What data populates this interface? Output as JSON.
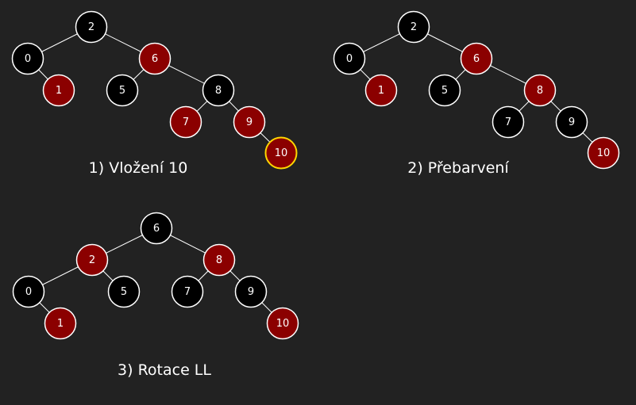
{
  "colors": {
    "background": "#222222",
    "edge": "#ffffff",
    "black_node": "#000000",
    "red_node": "#8b0000",
    "node_outline": "#ffffff",
    "highlight_outline": "#ffd700",
    "text": "#ffffff"
  },
  "trees": [
    {
      "id": "tree-1",
      "caption": "1) Vložení 10",
      "nodes": [
        {
          "key": "2",
          "label": "2",
          "color": "black"
        },
        {
          "key": "0",
          "label": "0",
          "color": "black"
        },
        {
          "key": "1",
          "label": "1",
          "color": "red"
        },
        {
          "key": "6",
          "label": "6",
          "color": "red"
        },
        {
          "key": "5",
          "label": "5",
          "color": "black"
        },
        {
          "key": "8",
          "label": "8",
          "color": "black"
        },
        {
          "key": "7",
          "label": "7",
          "color": "red"
        },
        {
          "key": "9",
          "label": "9",
          "color": "red"
        },
        {
          "key": "10",
          "label": "10",
          "color": "red",
          "highlight": true
        }
      ],
      "edges": [
        [
          "2",
          "0"
        ],
        [
          "2",
          "6"
        ],
        [
          "0",
          "1"
        ],
        [
          "6",
          "5"
        ],
        [
          "6",
          "8"
        ],
        [
          "8",
          "7"
        ],
        [
          "8",
          "9"
        ],
        [
          "9",
          "10"
        ]
      ]
    },
    {
      "id": "tree-2",
      "caption": "2) Přebarvení",
      "nodes": [
        {
          "key": "2",
          "label": "2",
          "color": "black"
        },
        {
          "key": "0",
          "label": "0",
          "color": "black"
        },
        {
          "key": "1",
          "label": "1",
          "color": "red"
        },
        {
          "key": "6",
          "label": "6",
          "color": "red"
        },
        {
          "key": "5",
          "label": "5",
          "color": "black"
        },
        {
          "key": "8",
          "label": "8",
          "color": "red"
        },
        {
          "key": "7",
          "label": "7",
          "color": "black"
        },
        {
          "key": "9",
          "label": "9",
          "color": "black"
        },
        {
          "key": "10",
          "label": "10",
          "color": "red"
        }
      ],
      "edges": [
        [
          "2",
          "0"
        ],
        [
          "2",
          "6"
        ],
        [
          "0",
          "1"
        ],
        [
          "6",
          "5"
        ],
        [
          "6",
          "8"
        ],
        [
          "8",
          "7"
        ],
        [
          "8",
          "9"
        ],
        [
          "9",
          "10"
        ]
      ]
    },
    {
      "id": "tree-3",
      "caption": "3) Rotace LL",
      "nodes": [
        {
          "key": "6",
          "label": "6",
          "color": "black"
        },
        {
          "key": "2",
          "label": "2",
          "color": "red"
        },
        {
          "key": "8",
          "label": "8",
          "color": "red"
        },
        {
          "key": "0",
          "label": "0",
          "color": "black"
        },
        {
          "key": "5",
          "label": "5",
          "color": "black"
        },
        {
          "key": "7",
          "label": "7",
          "color": "black"
        },
        {
          "key": "9",
          "label": "9",
          "color": "black"
        },
        {
          "key": "1",
          "label": "1",
          "color": "red"
        },
        {
          "key": "10",
          "label": "10",
          "color": "red"
        }
      ],
      "edges": [
        [
          "6",
          "2"
        ],
        [
          "6",
          "8"
        ],
        [
          "2",
          "0"
        ],
        [
          "2",
          "5"
        ],
        [
          "0",
          "1"
        ],
        [
          "8",
          "7"
        ],
        [
          "8",
          "9"
        ],
        [
          "9",
          "10"
        ]
      ]
    }
  ]
}
